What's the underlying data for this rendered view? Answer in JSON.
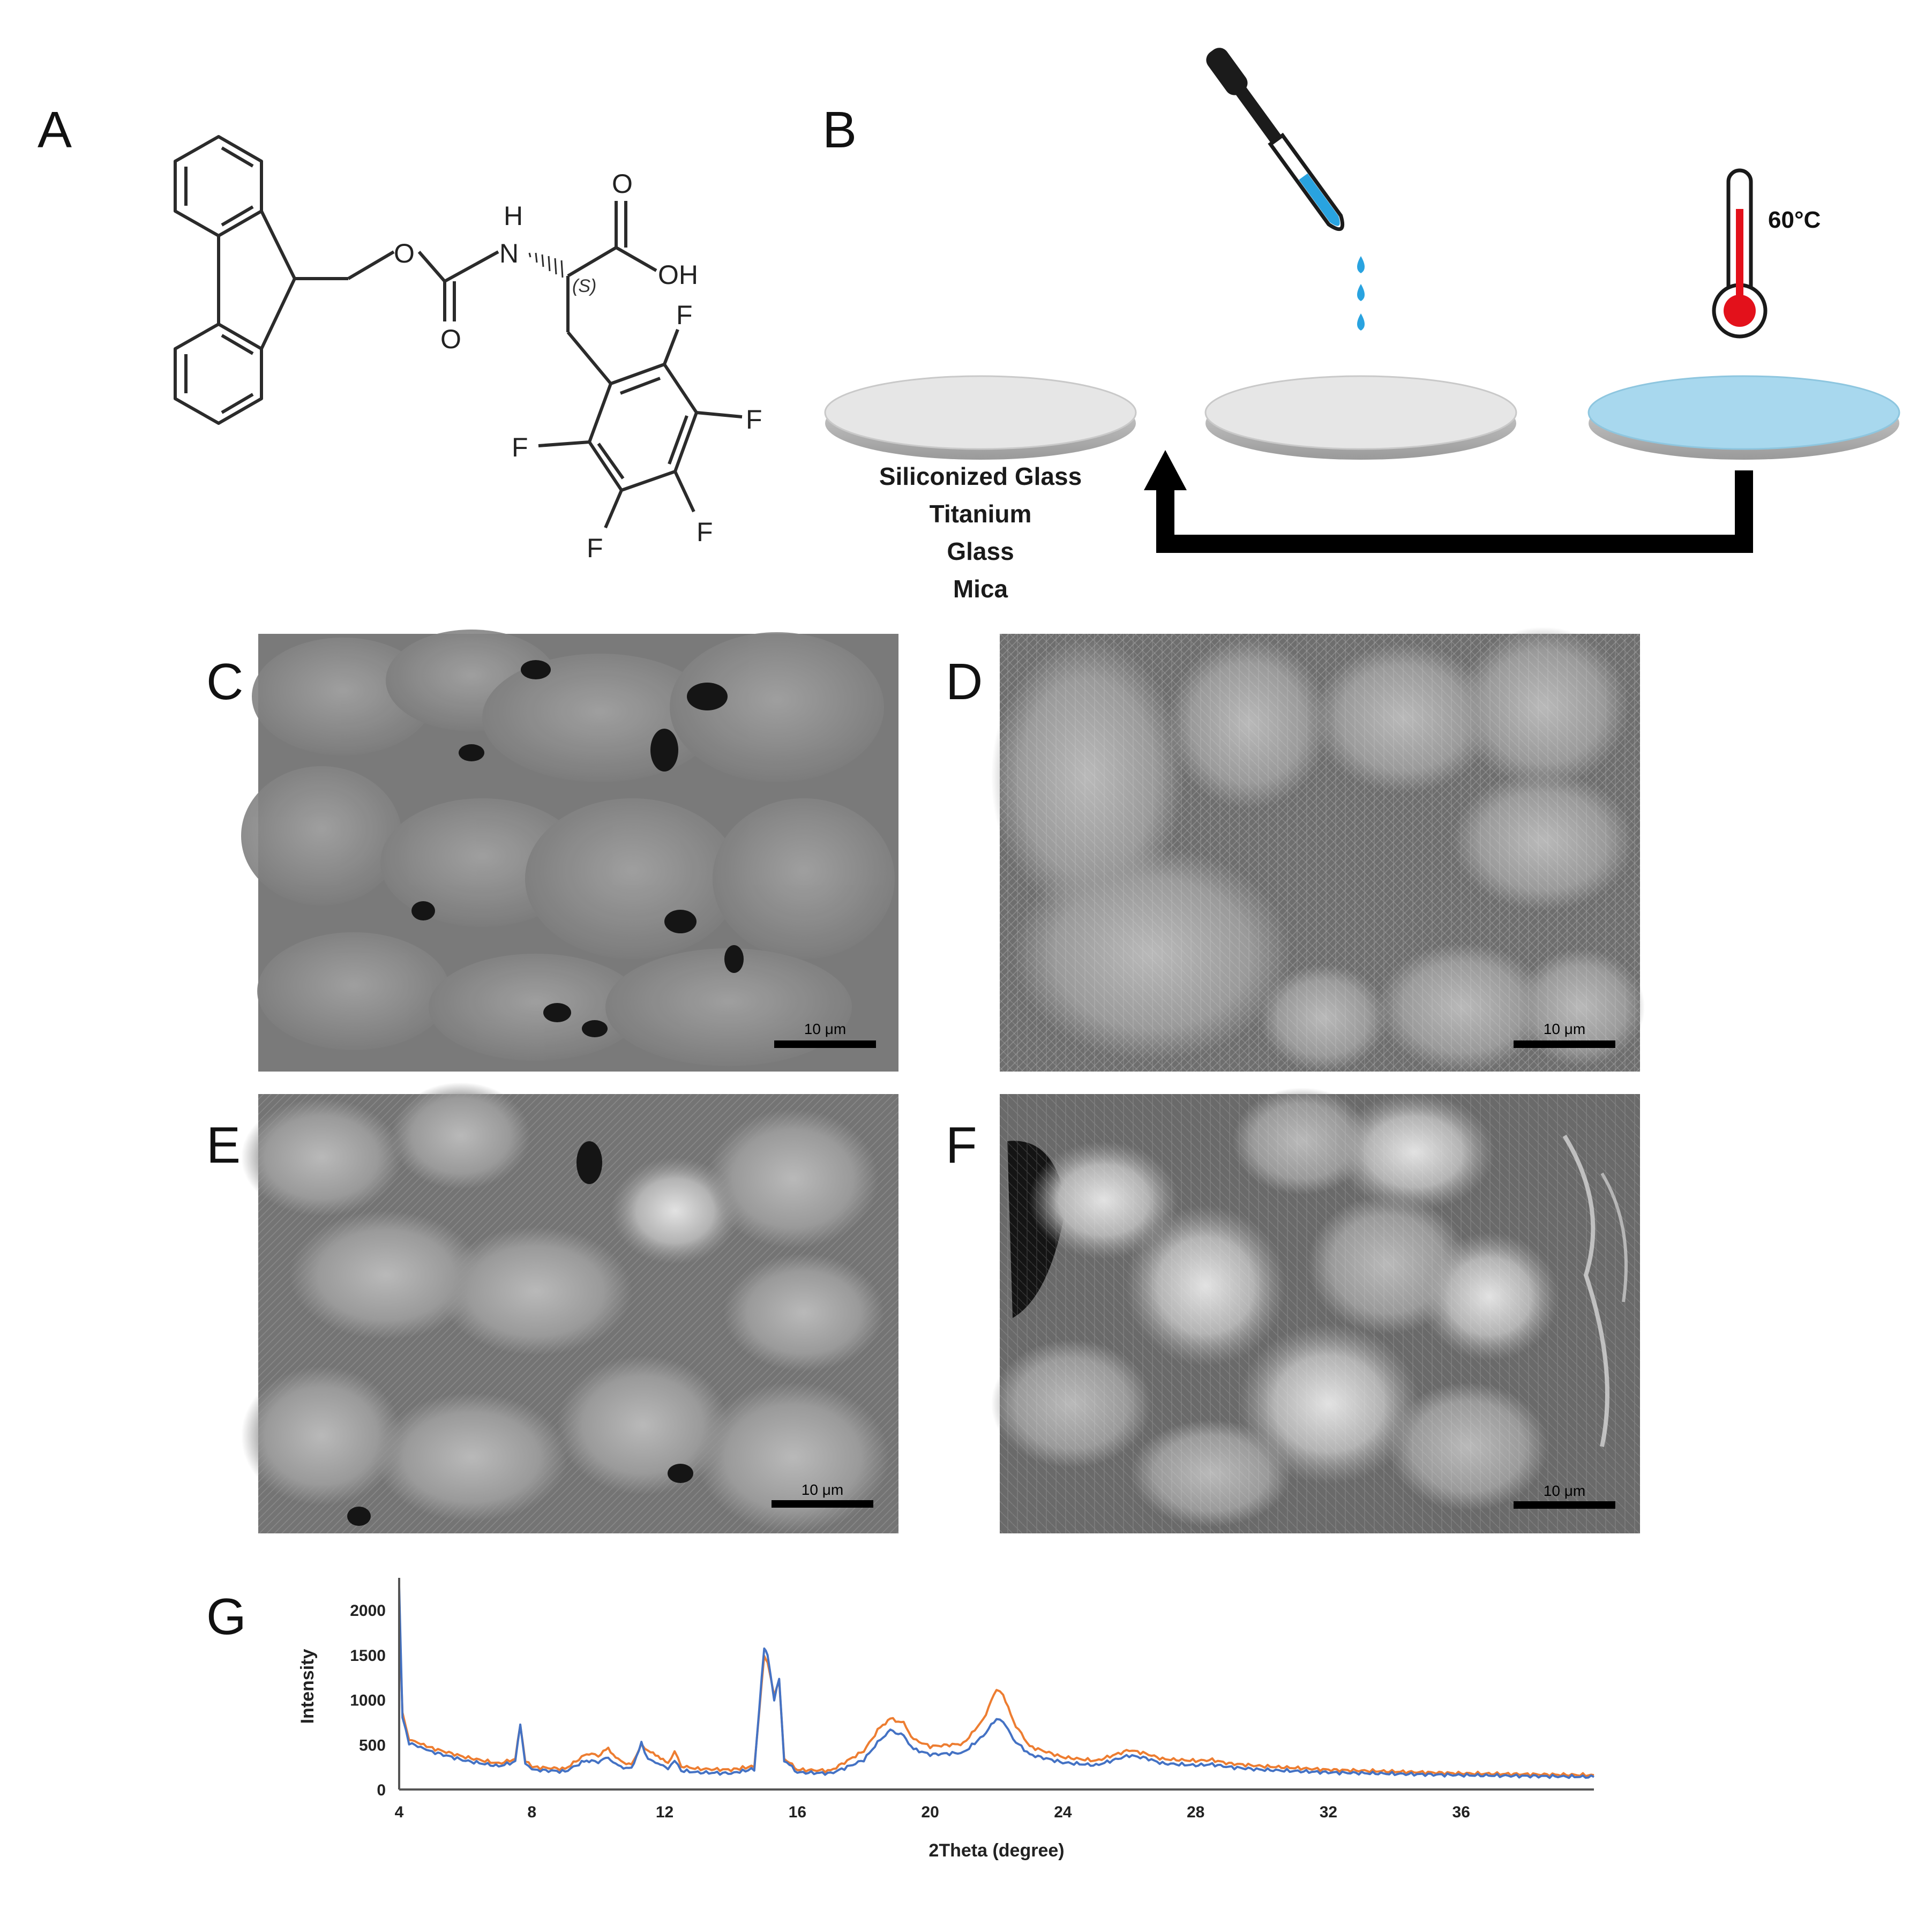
{
  "panels": {
    "a": "A",
    "b": "B",
    "c": "C",
    "d": "D",
    "e": "E",
    "f": "F",
    "g": "G"
  },
  "molecule": {
    "atoms": {
      "o_ester": "O",
      "nh": "N",
      "h_nh": "H",
      "o_carbonyl": "O",
      "o_acid": "O",
      "oh": "OH",
      "f1": "F",
      "f2": "F",
      "f3": "F",
      "f4": "F",
      "f5": "F"
    },
    "stereo": "(S)"
  },
  "scheme": {
    "surfaces": [
      "Siliconized Glass",
      "Titanium",
      "Glass",
      "Mica"
    ],
    "temperature": "60°C",
    "colors": {
      "liquid": "#29a3e0",
      "coated_disk": "#a8d8ee",
      "disk": "#e6e6e6",
      "bulb": "#e3111b"
    }
  },
  "sem": {
    "scale_label": "10 μm",
    "panels": [
      "C",
      "D",
      "E",
      "F"
    ]
  },
  "chart_data": {
    "type": "line",
    "xlabel": "2Theta (degree)",
    "ylabel": "Intensity",
    "xlim": [
      4,
      40
    ],
    "ylim": [
      0,
      2300
    ],
    "xticks": [
      4,
      8,
      12,
      16,
      20,
      24,
      28,
      32,
      36
    ],
    "yticks": [
      0,
      500,
      1000,
      1500,
      2000
    ],
    "series": [
      {
        "color": "#ed7d31",
        "points": [
          [
            4,
            2000
          ],
          [
            4.1,
            850
          ],
          [
            4.3,
            560
          ],
          [
            5,
            460
          ],
          [
            6,
            360
          ],
          [
            7,
            290
          ],
          [
            7.5,
            340
          ],
          [
            7.65,
            720
          ],
          [
            7.8,
            330
          ],
          [
            8,
            250
          ],
          [
            9,
            230
          ],
          [
            9.5,
            360
          ],
          [
            9.8,
            410
          ],
          [
            10,
            370
          ],
          [
            10.3,
            460
          ],
          [
            10.6,
            330
          ],
          [
            11,
            270
          ],
          [
            11.3,
            510
          ],
          [
            11.5,
            420
          ],
          [
            11.8,
            380
          ],
          [
            12.1,
            280
          ],
          [
            12.3,
            430
          ],
          [
            12.5,
            260
          ],
          [
            13,
            230
          ],
          [
            14,
            220
          ],
          [
            14.7,
            260
          ],
          [
            15,
            1480
          ],
          [
            15.1,
            1420
          ],
          [
            15.3,
            1050
          ],
          [
            15.45,
            1200
          ],
          [
            15.6,
            350
          ],
          [
            16,
            220
          ],
          [
            17,
            210
          ],
          [
            17.5,
            320
          ],
          [
            18,
            430
          ],
          [
            18.5,
            700
          ],
          [
            18.8,
            790
          ],
          [
            19.2,
            740
          ],
          [
            19.5,
            560
          ],
          [
            20,
            480
          ],
          [
            21,
            510
          ],
          [
            21.6,
            780
          ],
          [
            22,
            1120
          ],
          [
            22.2,
            1060
          ],
          [
            22.5,
            760
          ],
          [
            23,
            480
          ],
          [
            24,
            360
          ],
          [
            25,
            320
          ],
          [
            26,
            440
          ],
          [
            26.5,
            400
          ],
          [
            27,
            340
          ],
          [
            28,
            320
          ],
          [
            28.5,
            330
          ],
          [
            29,
            290
          ],
          [
            30,
            260
          ],
          [
            32,
            220
          ],
          [
            34,
            200
          ],
          [
            36,
            180
          ],
          [
            38,
            170
          ],
          [
            40,
            160
          ]
        ]
      },
      {
        "color": "#4472c4",
        "points": [
          [
            4,
            2270
          ],
          [
            4.1,
            800
          ],
          [
            4.3,
            520
          ],
          [
            5,
            420
          ],
          [
            6,
            320
          ],
          [
            7,
            260
          ],
          [
            7.5,
            310
          ],
          [
            7.65,
            730
          ],
          [
            7.8,
            300
          ],
          [
            8,
            220
          ],
          [
            9,
            200
          ],
          [
            9.5,
            300
          ],
          [
            9.8,
            330
          ],
          [
            10,
            300
          ],
          [
            10.3,
            360
          ],
          [
            10.6,
            260
          ],
          [
            11,
            230
          ],
          [
            11.3,
            520
          ],
          [
            11.5,
            330
          ],
          [
            11.8,
            300
          ],
          [
            12.1,
            220
          ],
          [
            12.3,
            330
          ],
          [
            12.5,
            210
          ],
          [
            13,
            190
          ],
          [
            14,
            180
          ],
          [
            14.7,
            230
          ],
          [
            15,
            1570
          ],
          [
            15.1,
            1500
          ],
          [
            15.3,
            1000
          ],
          [
            15.45,
            1230
          ],
          [
            15.6,
            330
          ],
          [
            16,
            190
          ],
          [
            17,
            180
          ],
          [
            17.5,
            250
          ],
          [
            18,
            330
          ],
          [
            18.5,
            560
          ],
          [
            18.8,
            660
          ],
          [
            19.2,
            600
          ],
          [
            19.5,
            450
          ],
          [
            20,
            390
          ],
          [
            21,
            410
          ],
          [
            21.6,
            600
          ],
          [
            22,
            790
          ],
          [
            22.2,
            760
          ],
          [
            22.5,
            560
          ],
          [
            23,
            390
          ],
          [
            24,
            300
          ],
          [
            25,
            270
          ],
          [
            26,
            380
          ],
          [
            26.5,
            350
          ],
          [
            27,
            290
          ],
          [
            28,
            270
          ],
          [
            28.5,
            280
          ],
          [
            29,
            250
          ],
          [
            30,
            220
          ],
          [
            32,
            190
          ],
          [
            34,
            175
          ],
          [
            36,
            160
          ],
          [
            38,
            150
          ],
          [
            40,
            140
          ]
        ]
      }
    ]
  }
}
